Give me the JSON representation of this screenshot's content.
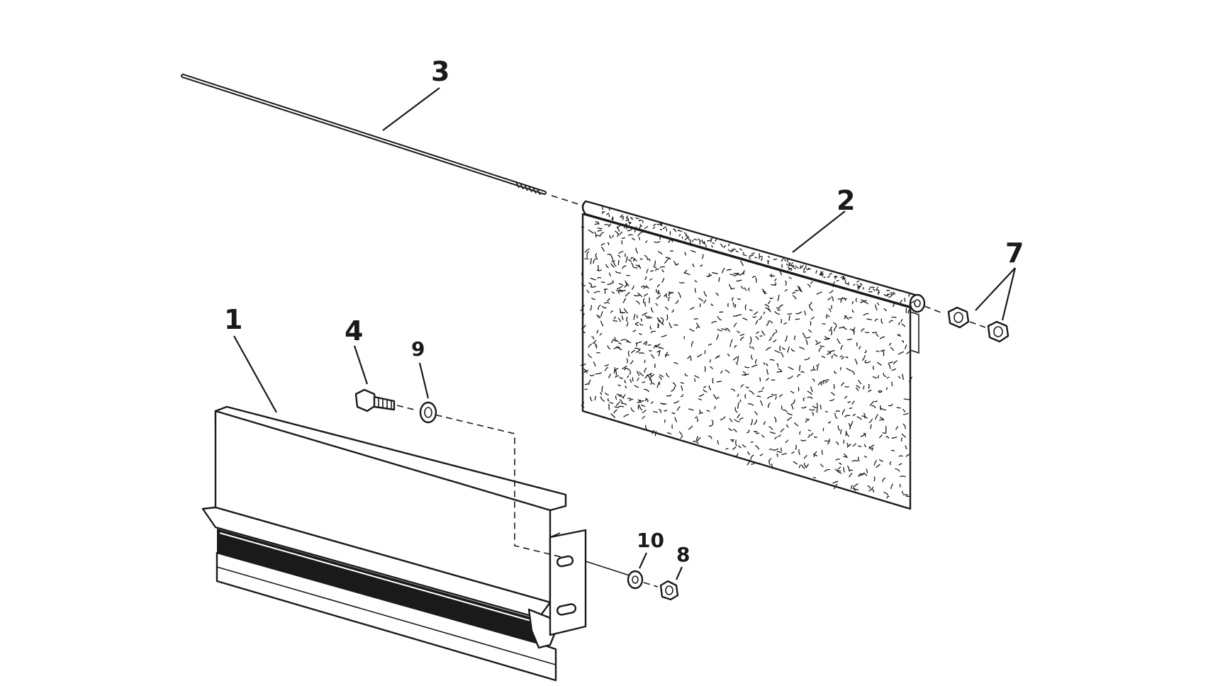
{
  "labels": {
    "part_1": "1",
    "part_2": "2",
    "part_3": "3",
    "part_4": "4",
    "part_7": "7",
    "part_8": "8",
    "part_9": "9",
    "part_10": "10"
  },
  "colors": {
    "ink": "#1a1a1a",
    "paper": "#ffffff"
  }
}
